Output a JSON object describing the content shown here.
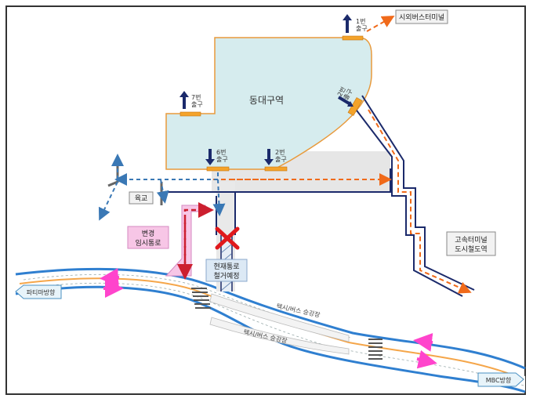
{
  "station": {
    "name": "동대구역"
  },
  "exits": [
    {
      "id": "exit1",
      "label": "1번\n출구"
    },
    {
      "id": "exit2",
      "label": "2번\n출구"
    },
    {
      "id": "exit3",
      "label": "3번\n출구"
    },
    {
      "id": "exit6",
      "label": "6번\n출구"
    },
    {
      "id": "exit7",
      "label": "7번\n출구"
    }
  ],
  "labels": {
    "intercity_bus_terminal": "시외버스터미널",
    "express_terminal_line1": "고속터미널",
    "express_terminal_line2": "도시철도역",
    "overpass": "육교",
    "temp_passage_line1": "변경",
    "temp_passage_line2": "임시통로",
    "current_passage_line1": "현재통로",
    "current_passage_line2": "철거예정",
    "direction_left": "파티마방향",
    "direction_right": "MBC방향",
    "taxi_bus_stop_upper": "택시/버스 승강장",
    "taxi_bus_stop_lower": "택시/버스 승강장"
  },
  "colors": {
    "station_fill": "#d6ecee",
    "station_border": "#e89a3c",
    "route_orange": "#f06a1a",
    "route_blue": "#3a78b5",
    "route_red": "#cc1f2f",
    "road_blue": "#2f7fd0",
    "closed_mark": "#e0191c",
    "exit_marker": "#f4a32a",
    "arrow_navy": "#1b2a6b",
    "temp_pink": "#f7c6e6"
  }
}
